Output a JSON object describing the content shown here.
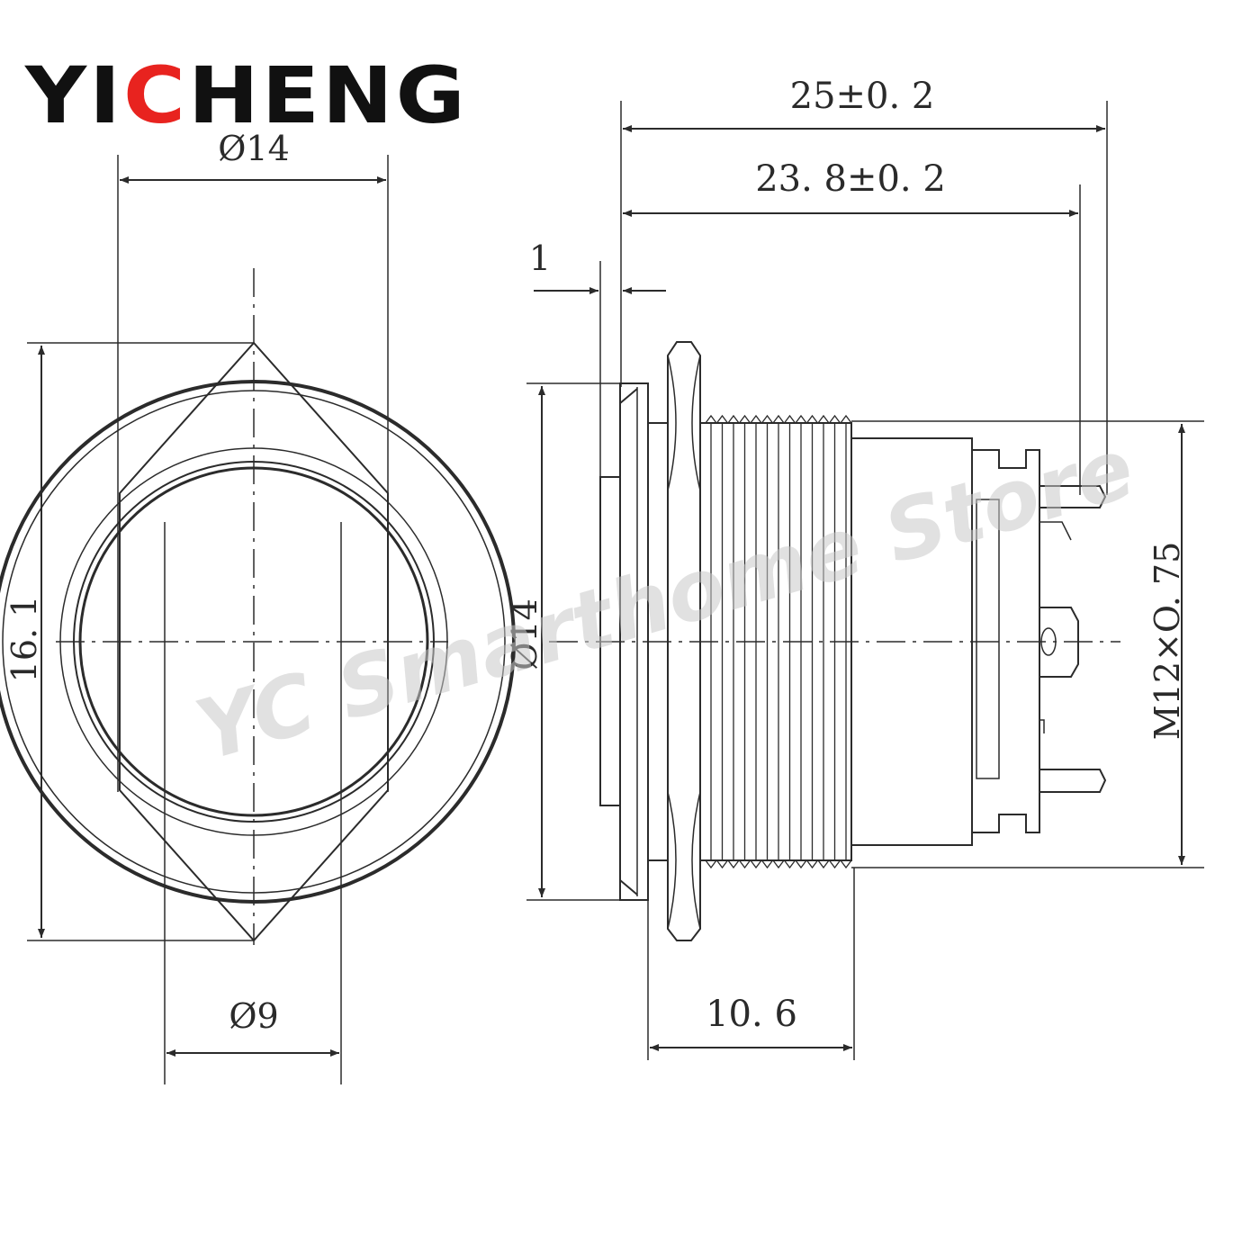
{
  "logo": {
    "part1": "YI",
    "part2": "C",
    "part3": "HENG",
    "colors": {
      "text": "#111111",
      "accent": "#e8231f"
    }
  },
  "watermark": "YC Smarthome Store",
  "dimensions": {
    "front_width": "Ø14",
    "front_height": "16. 1",
    "front_inner": "Ø9",
    "total_length": "25±0. 2",
    "body_length": "23. 8±0. 2",
    "flange_thickness": "1",
    "side_diameter": "Ø14",
    "thread": "M12×O. 75",
    "thread_length": "10. 6"
  }
}
